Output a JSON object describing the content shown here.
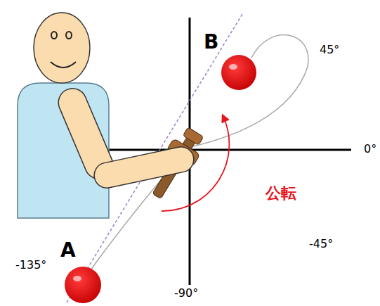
{
  "diagram": {
    "labels": [
      "B",
      "45°",
      "0°",
      "公転",
      "-135°",
      "A",
      "-45°",
      "-90°"
    ]
  }
}
